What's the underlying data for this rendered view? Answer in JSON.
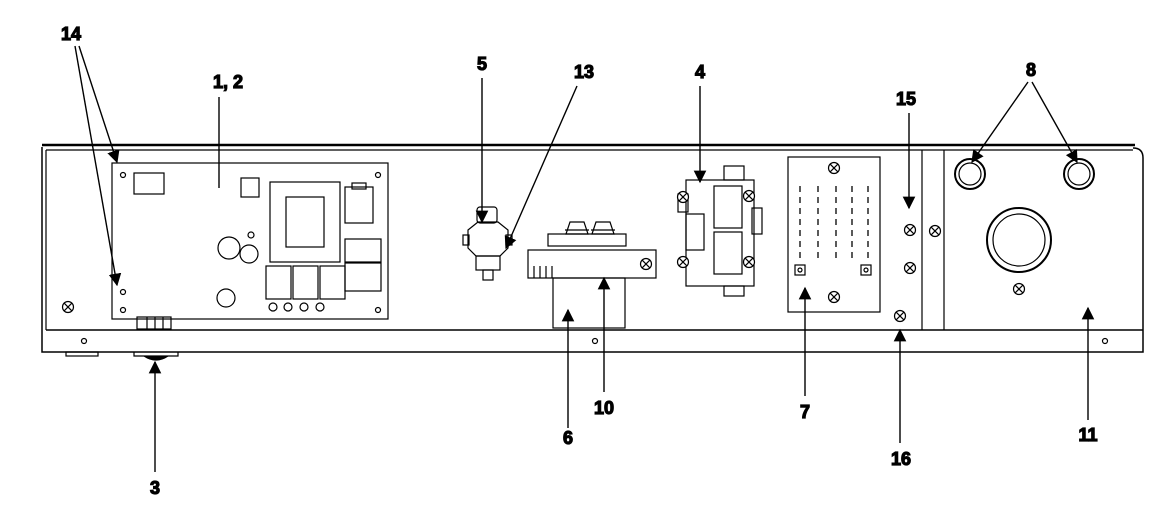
{
  "callouts": {
    "c14": "14",
    "c1_2": "1, 2",
    "c5": "5",
    "c13": "13",
    "c4": "4",
    "c15": "15",
    "c8": "8",
    "c3": "3",
    "c6": "6",
    "c10": "10",
    "c7": "7",
    "c16": "16",
    "c11": "11"
  },
  "colors": {
    "line": "#000000",
    "background": "#ffffff"
  }
}
